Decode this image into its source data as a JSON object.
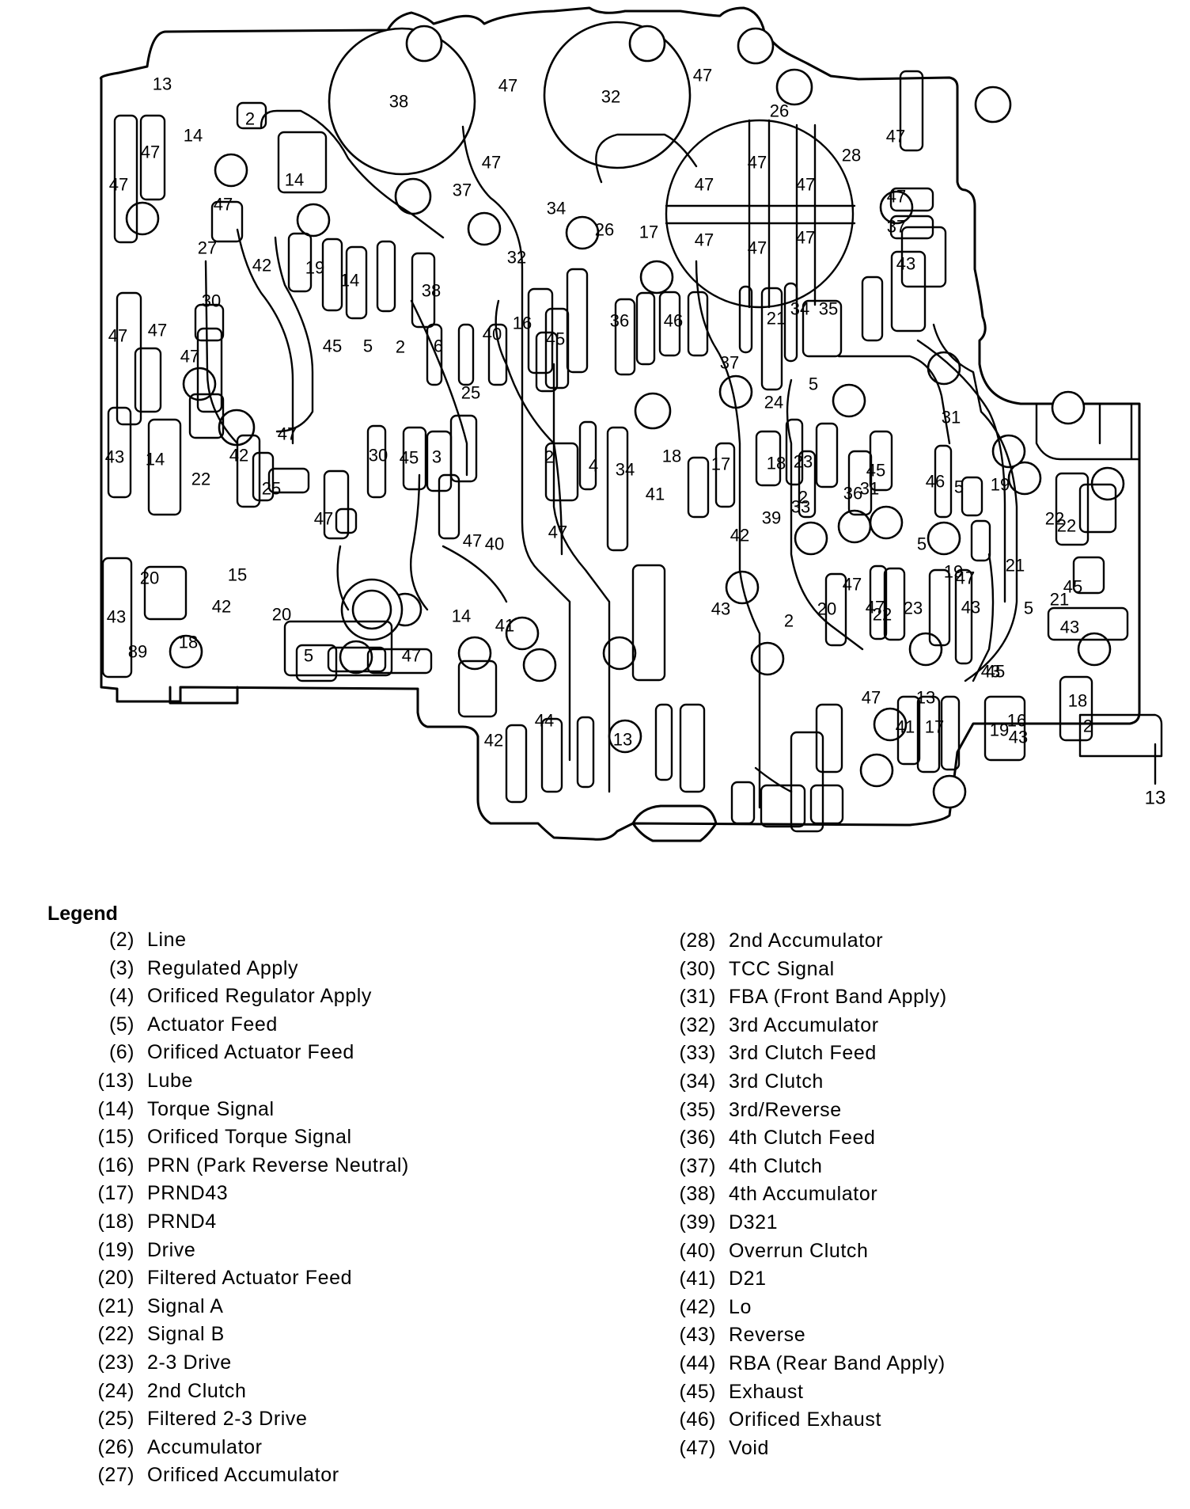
{
  "diagram": {
    "title": "Valve body passage identification",
    "callout_label": "13",
    "passage_labels": [
      "13",
      "38",
      "47",
      "32",
      "47",
      "26",
      "2",
      "14",
      "47",
      "47",
      "37",
      "47",
      "28",
      "47",
      "14",
      "47",
      "47",
      "47",
      "47",
      "47",
      "47",
      "47",
      "47",
      "37",
      "34",
      "26",
      "17",
      "27",
      "42",
      "19",
      "14",
      "32",
      "43",
      "47",
      "38",
      "40",
      "16",
      "45",
      "36",
      "46",
      "21",
      "34",
      "35",
      "30",
      "47",
      "45",
      "5",
      "2",
      "6",
      "47",
      "25",
      "37",
      "5",
      "24",
      "31",
      "43",
      "14",
      "47",
      "42",
      "30",
      "45",
      "3",
      "2",
      "4",
      "34",
      "41",
      "18",
      "17",
      "18",
      "45",
      "23",
      "46",
      "5",
      "19",
      "22",
      "25",
      "2",
      "36",
      "31",
      "33",
      "47",
      "47",
      "47",
      "39",
      "42",
      "5",
      "22",
      "22",
      "19",
      "40",
      "15",
      "21",
      "43",
      "23",
      "22",
      "20",
      "47",
      "47",
      "45",
      "47",
      "21",
      "5",
      "43",
      "20",
      "14",
      "20",
      "2",
      "43",
      "43",
      "18",
      "89",
      "42",
      "5",
      "47",
      "41",
      "45",
      "47",
      "13",
      "43",
      "16",
      "41",
      "17",
      "43",
      "19",
      "2",
      "18",
      "42",
      "44",
      "13"
    ]
  },
  "legend": {
    "title": "Legend",
    "left": [
      {
        "code": "(2)",
        "label": "Line"
      },
      {
        "code": "(3)",
        "label": "Regulated Apply"
      },
      {
        "code": "(4)",
        "label": "Orificed Regulator Apply"
      },
      {
        "code": "(5)",
        "label": "Actuator Feed"
      },
      {
        "code": "(6)",
        "label": "Orificed Actuator Feed"
      },
      {
        "code": "(13)",
        "label": "Lube"
      },
      {
        "code": "(14)",
        "label": "Torque Signal"
      },
      {
        "code": "(15)",
        "label": "Orificed Torque Signal"
      },
      {
        "code": "(16)",
        "label": "PRN (Park Reverse Neutral)"
      },
      {
        "code": "(17)",
        "label": "PRND43"
      },
      {
        "code": "(18)",
        "label": "PRND4"
      },
      {
        "code": "(19)",
        "label": "Drive"
      },
      {
        "code": "(20)",
        "label": "Filtered Actuator Feed"
      },
      {
        "code": "(21)",
        "label": "Signal A"
      },
      {
        "code": "(22)",
        "label": "Signal B"
      },
      {
        "code": "(23)",
        "label": "2-3 Drive"
      },
      {
        "code": "(24)",
        "label": "2nd Clutch"
      },
      {
        "code": "(25)",
        "label": "Filtered 2-3 Drive"
      },
      {
        "code": "(26)",
        "label": "Accumulator"
      },
      {
        "code": "(27)",
        "label": "Orificed Accumulator"
      }
    ],
    "right": [
      {
        "code": "(28)",
        "label": "2nd Accumulator"
      },
      {
        "code": "(30)",
        "label": "TCC Signal"
      },
      {
        "code": "(31)",
        "label": "FBA (Front Band Apply)"
      },
      {
        "code": "(32)",
        "label": "3rd Accumulator"
      },
      {
        "code": "(33)",
        "label": "3rd Clutch Feed"
      },
      {
        "code": "(34)",
        "label": "3rd Clutch"
      },
      {
        "code": "(35)",
        "label": "3rd/Reverse"
      },
      {
        "code": "(36)",
        "label": "4th Clutch Feed"
      },
      {
        "code": "(37)",
        "label": "4th Clutch"
      },
      {
        "code": "(38)",
        "label": "4th Accumulator"
      },
      {
        "code": "(39)",
        "label": "D321"
      },
      {
        "code": "(40)",
        "label": "Overrun Clutch"
      },
      {
        "code": "(41)",
        "label": "D21"
      },
      {
        "code": "(42)",
        "label": "Lo"
      },
      {
        "code": "(43)",
        "label": "Reverse"
      },
      {
        "code": "(44)",
        "label": "RBA (Rear Band Apply)"
      },
      {
        "code": "(45)",
        "label": "Exhaust"
      },
      {
        "code": "(46)",
        "label": "Orificed Exhaust"
      },
      {
        "code": "(47)",
        "label": "Void"
      }
    ]
  }
}
